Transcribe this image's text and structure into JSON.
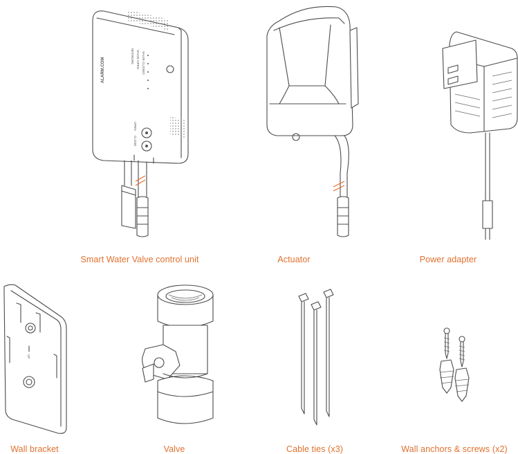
{
  "items": [
    {
      "label": "Smart Water Valve control unit"
    },
    {
      "label": "Actuator"
    },
    {
      "label": "Power adapter"
    },
    {
      "label": "Wall bracket"
    },
    {
      "label": "Valve"
    },
    {
      "label": "Cable ties (x3)"
    },
    {
      "label": "Wall anchors & screws (x2)"
    }
  ],
  "device_text": {
    "brand": "ALARM.COM",
    "led_1": "NETWORK",
    "led_2": "VALVE OPEN",
    "led_3": "VALVE CLOSED",
    "btn_open": "OPEN",
    "btn_close": "CLOSE",
    "bracket_up": "UP"
  },
  "colors": {
    "accent": "#e0702e",
    "line": "#4a4a4a"
  }
}
